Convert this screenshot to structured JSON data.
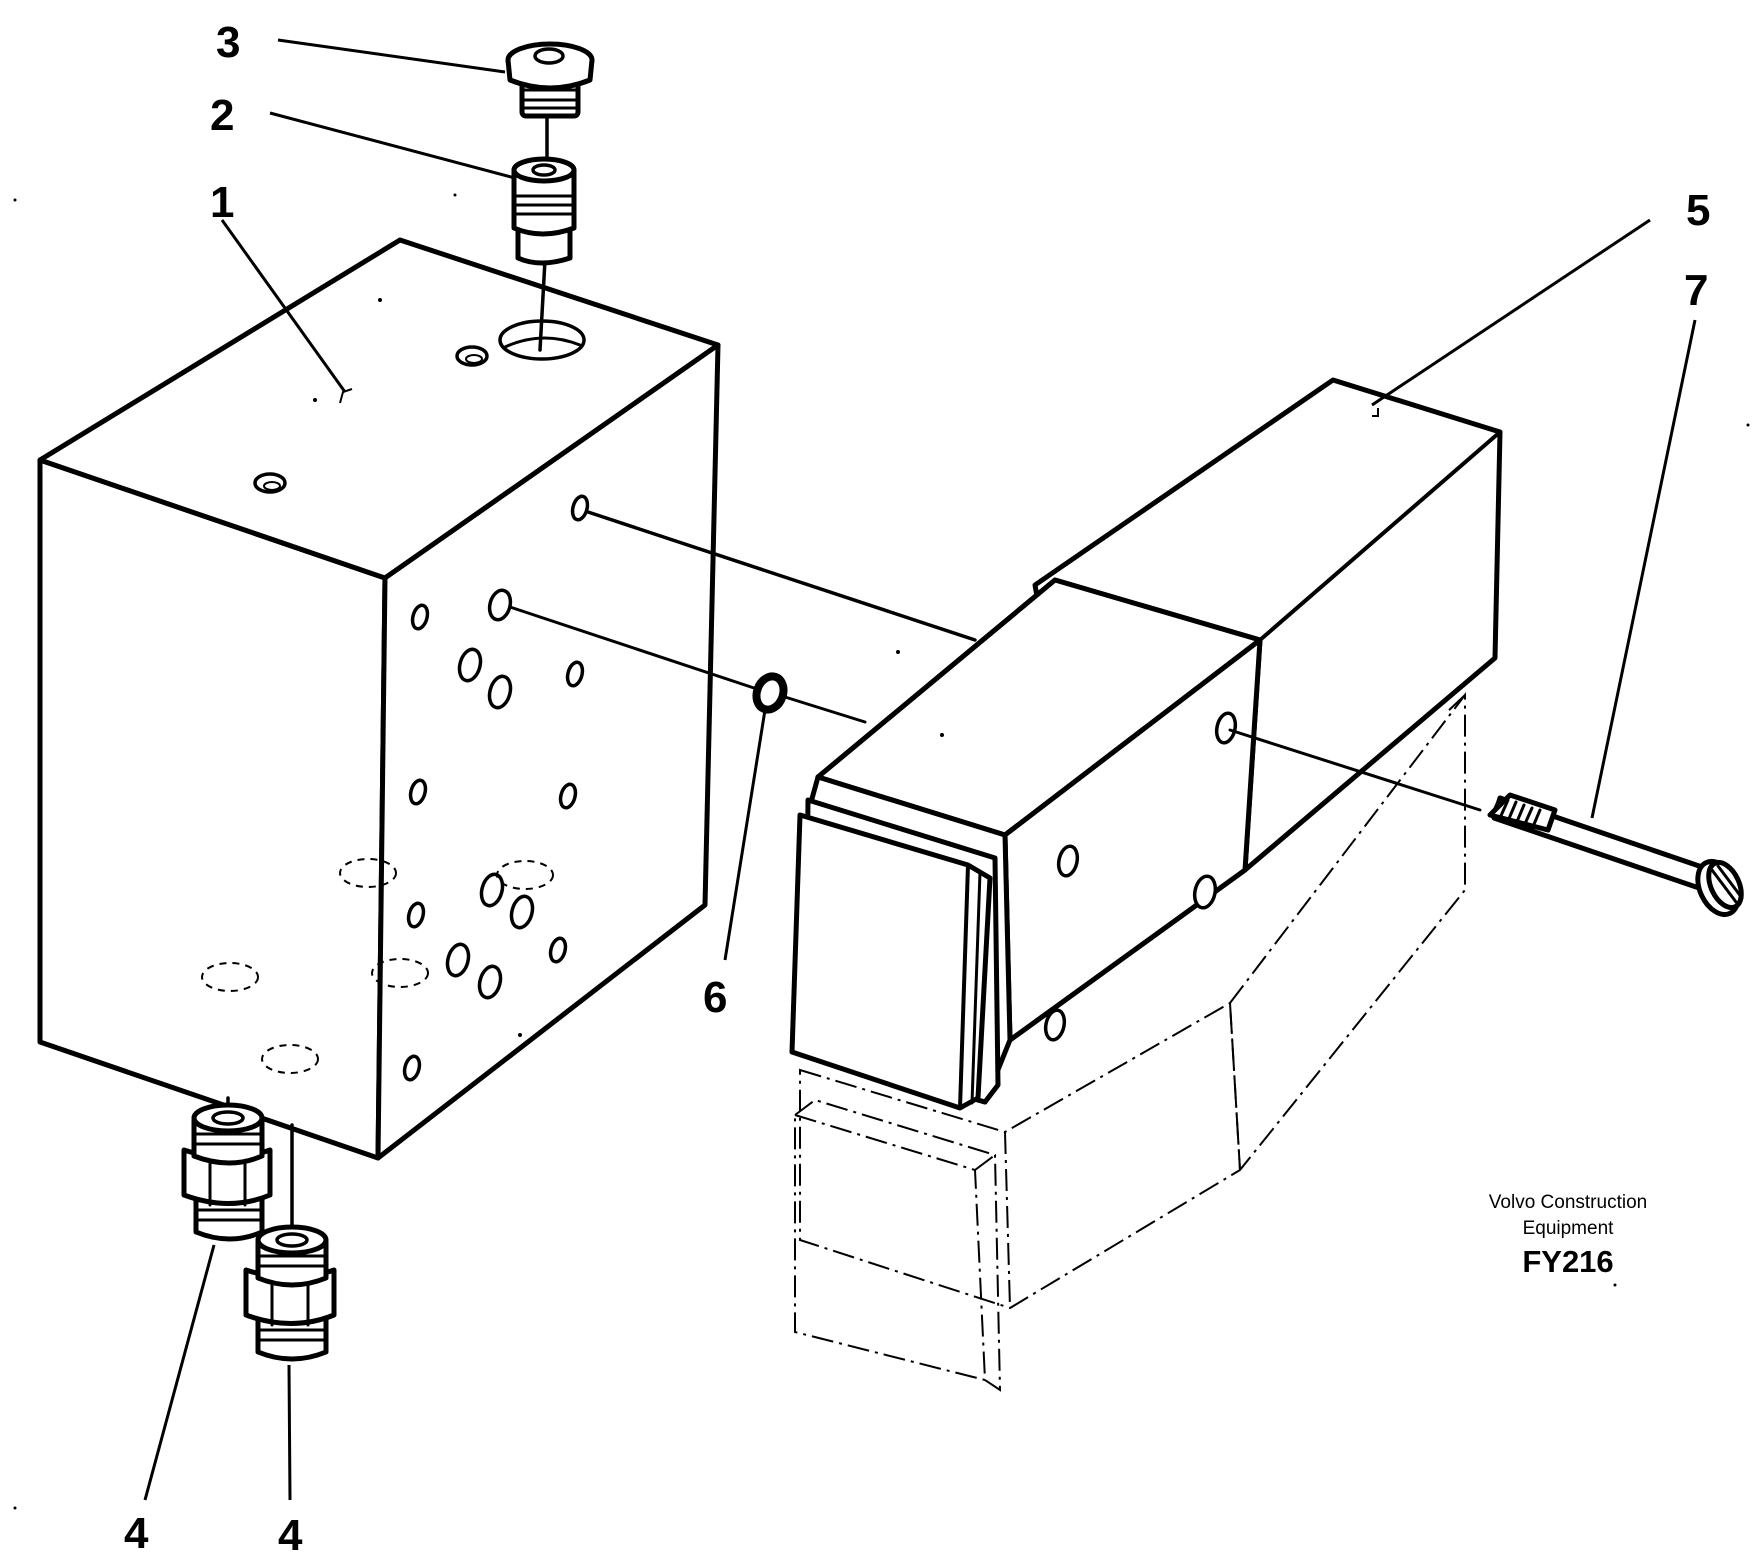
{
  "callouts": {
    "c1": "1",
    "c2": "2",
    "c3": "3",
    "c4a": "4",
    "c4b": "4",
    "c5": "5",
    "c6": "6",
    "c7": "7"
  },
  "caption": {
    "line1": "Volvo Construction",
    "line2": "Equipment",
    "code": "FY216"
  }
}
